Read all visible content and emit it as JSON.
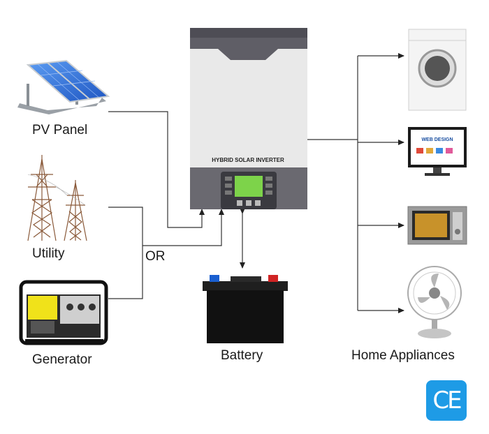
{
  "labels": {
    "pv_panel": "PV Panel",
    "utility": "Utility",
    "generator": "Generator",
    "or": "OR",
    "battery": "Battery",
    "home_appliances": "Home Appliances"
  },
  "inverter": {
    "brand_text": "HYBRID SOLAR INVERTER"
  },
  "monitor": {
    "screen_text": "WEB DESIGN"
  },
  "ce_mark": "CE",
  "colors": {
    "inverter_body": "#e9e9e9",
    "inverter_dark": "#5f5e66",
    "lcd": "#7dd34a",
    "panel_blue": "#2f6fd6",
    "generator_yellow": "#f0e21a",
    "ce_blue": "#1e9be6",
    "line": "#333333"
  }
}
